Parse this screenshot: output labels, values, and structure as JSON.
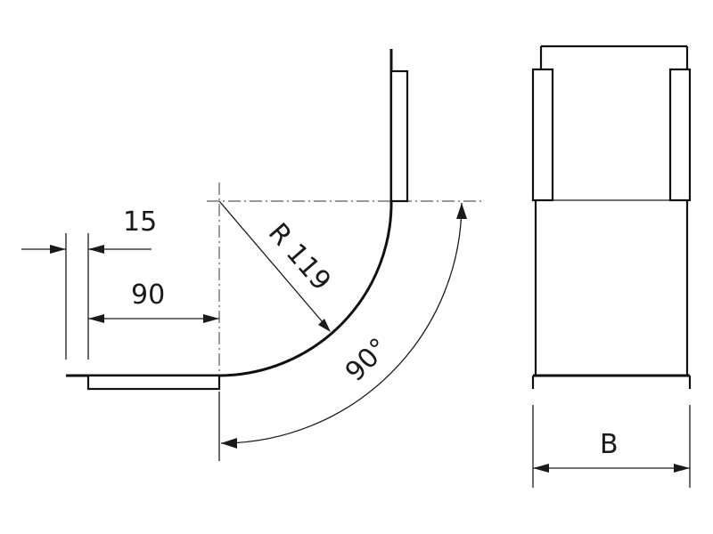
{
  "drawing": {
    "dimensions": {
      "offset": "15",
      "length": "90",
      "radius": "R 119",
      "angle": "90°",
      "width": "B"
    },
    "colors": {
      "line": "#111111",
      "background": "#ffffff"
    }
  }
}
